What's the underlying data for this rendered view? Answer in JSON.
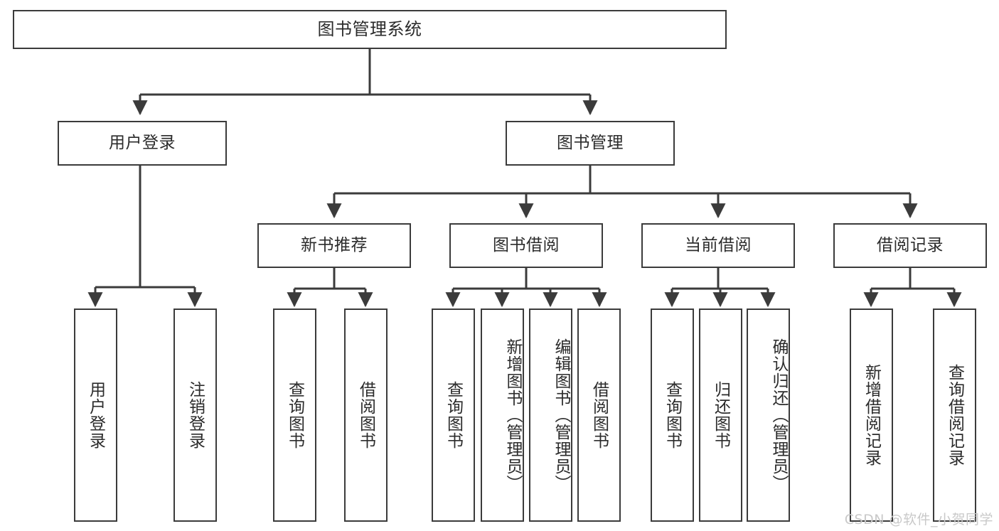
{
  "diagram": {
    "type": "tree-hierarchy",
    "title": "图书管理系统",
    "watermark": "CSDN @软件_小贺同学",
    "colors": {
      "box_border": "#3b3b3b",
      "box_fill": "#ffffff",
      "connector": "#3b3b3b",
      "text": "#2b2b2b",
      "watermark": "#c9c9c9",
      "background": "#ffffff"
    },
    "root": {
      "label": "图书管理系统"
    },
    "level2": [
      {
        "id": "user-login",
        "label": "用户登录"
      },
      {
        "id": "book-management",
        "label": "图书管理"
      }
    ],
    "level3": [
      {
        "id": "new-book-recommend",
        "label": "新书推荐"
      },
      {
        "id": "book-borrow",
        "label": "图书借阅"
      },
      {
        "id": "current-borrow",
        "label": "当前借阅"
      },
      {
        "id": "borrow-record",
        "label": "借阅记录"
      }
    ],
    "leaves": {
      "user_login": [
        {
          "id": "leaf-user-login",
          "label": "用户登录"
        },
        {
          "id": "leaf-logout",
          "label": "注销登录"
        }
      ],
      "new_book_recommend": [
        {
          "id": "leaf-query-book-1",
          "label": "查询图书"
        },
        {
          "id": "leaf-borrow-book-1",
          "label": "借阅图书"
        }
      ],
      "book_borrow": [
        {
          "id": "leaf-query-book-2",
          "label": "查询图书"
        },
        {
          "id": "leaf-add-book",
          "label": "新增图书（管理员）"
        },
        {
          "id": "leaf-edit-book",
          "label": "编辑图书（管理员）"
        },
        {
          "id": "leaf-borrow-book-2",
          "label": "借阅图书"
        }
      ],
      "current_borrow": [
        {
          "id": "leaf-query-book-3",
          "label": "查询图书"
        },
        {
          "id": "leaf-return-book",
          "label": "归还图书"
        },
        {
          "id": "leaf-confirm-return",
          "label": "确认归还（管理员）"
        }
      ],
      "borrow_record": [
        {
          "id": "leaf-add-record",
          "label": "新增借阅记录"
        },
        {
          "id": "leaf-query-record",
          "label": "查询借阅记录"
        }
      ]
    }
  }
}
